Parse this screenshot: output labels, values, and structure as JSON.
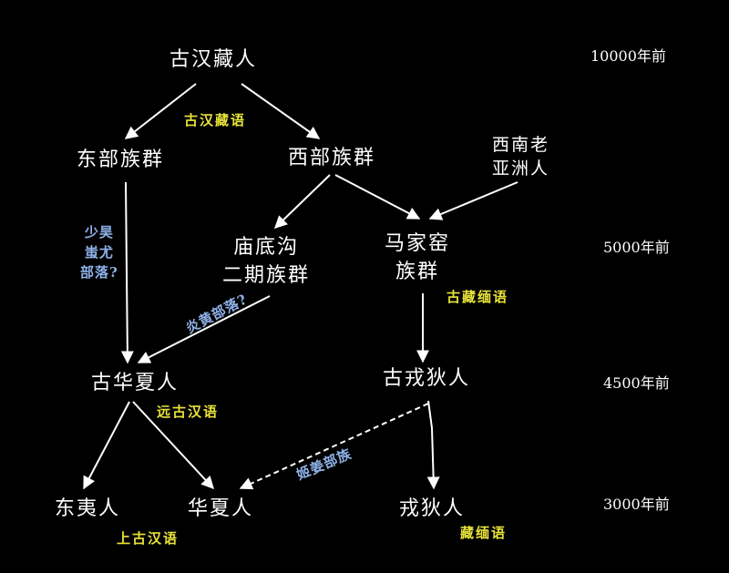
{
  "nodes": {
    "proto_sino_tibetan": "古汉藏人",
    "eastern_groups": "东部族群",
    "western_groups": "西部族群",
    "sw_paleo_asian": [
      "西南老",
      "亚洲人"
    ],
    "miaodigou": [
      "庙底沟",
      "二期族群"
    ],
    "majiayao": [
      "马家窑",
      "族群"
    ],
    "ancient_huaxia": "古华夏人",
    "ancient_rongdi": "古戎狄人",
    "dongyi": "东夷人",
    "huaxia": "华夏人",
    "rongdi": "戎狄人"
  },
  "languages": {
    "proto_sino_tibetan": "古汉藏语",
    "proto_tibeto_burman": "古藏缅语",
    "remote_old_chinese": "远古汉语",
    "old_chinese": "上古汉语",
    "tibeto_burman": "藏缅语"
  },
  "tribes": {
    "shaohao_chiyou": [
      "少昊",
      "蚩尤",
      "部落?"
    ],
    "yanhuang": "炎黄部落?",
    "jijiang": "姬姜部族"
  },
  "timeline": [
    "10000年前",
    "5000年前",
    "4500年前",
    "3000年前"
  ],
  "colors": {
    "background": "#000000",
    "node_text": "#ffffff",
    "language_label": "#e8e23a",
    "tribe_label": "#8fb2e8",
    "arrow": "#ffffff"
  }
}
